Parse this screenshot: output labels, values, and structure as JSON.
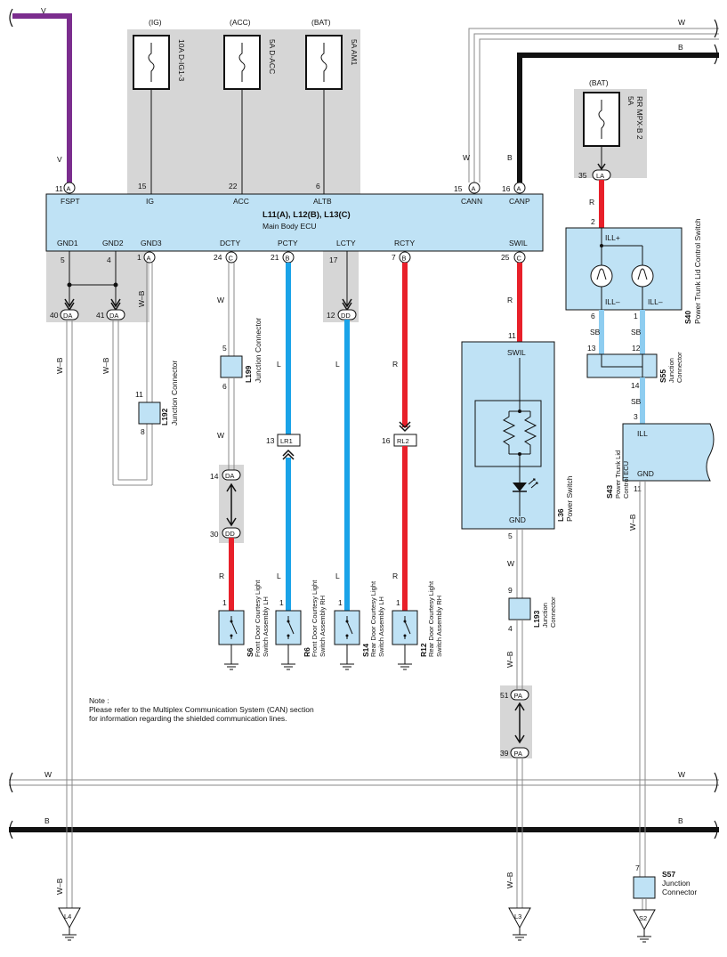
{
  "ecu": {
    "title": "L11(A), L12(B), L13(C)",
    "subtitle": "Main Body ECU",
    "top_pins": [
      {
        "label": "FSPT",
        "num": "11",
        "conn": "A"
      },
      {
        "label": "IG",
        "num": "15",
        "conn": ""
      },
      {
        "label": "ACC",
        "num": "22",
        "conn": ""
      },
      {
        "label": "ALTB",
        "num": "6",
        "conn": ""
      },
      {
        "label": "CANN",
        "num": "15",
        "conn": "A"
      },
      {
        "label": "CANP",
        "num": "16",
        "conn": "A"
      }
    ],
    "bottom_pins": [
      {
        "label": "GND1",
        "num": "5",
        "conn": ""
      },
      {
        "label": "GND2",
        "num": "4",
        "conn": ""
      },
      {
        "label": "GND3",
        "num": "1",
        "conn": "A"
      },
      {
        "label": "DCTY",
        "num": "24",
        "conn": "C"
      },
      {
        "label": "PCTY",
        "num": "21",
        "conn": "B"
      },
      {
        "label": "LCTY",
        "num": "17",
        "conn": ""
      },
      {
        "label": "RCTY",
        "num": "7",
        "conn": "B"
      },
      {
        "label": "SWIL",
        "num": "25",
        "conn": "C"
      }
    ]
  },
  "fuses": [
    {
      "source": "(IG)",
      "name": "10A D-IG1-3"
    },
    {
      "source": "(ACC)",
      "name": "5A D-ACC"
    },
    {
      "source": "(BAT)",
      "name": "5A AM1"
    }
  ],
  "rr_fuse": {
    "source": "(BAT)",
    "name": "5A",
    "name2": "RR MPX-B 2",
    "pin": "35",
    "conn": "LA"
  },
  "wire_colors": {
    "V": "V",
    "W": "W",
    "B": "B",
    "WB": "W–B",
    "L": "L",
    "R": "R",
    "SB": "SB"
  },
  "connectors": {
    "da40": {
      "pin": "40",
      "conn": "DA"
    },
    "da41": {
      "pin": "41",
      "conn": "DA"
    },
    "dd12": {
      "pin": "12",
      "conn": "DD"
    },
    "da14": {
      "pin": "14",
      "conn": "DA"
    },
    "dd30": {
      "pin": "30",
      "conn": "DD"
    },
    "lr1": {
      "pin": "13",
      "conn": "LR1"
    },
    "rl2": {
      "pin": "16",
      "conn": "RL2"
    },
    "pa51": {
      "pin": "51",
      "conn": "PA"
    },
    "pa39": {
      "pin": "39",
      "conn": "PA"
    }
  },
  "l192": {
    "id": "L192",
    "name": "Junction Connector",
    "pin_top": "11",
    "pin_bot": "8"
  },
  "l199": {
    "id": "L199",
    "name": "Junction Connector",
    "pin_top": "5",
    "pin_bot": "6"
  },
  "l193": {
    "id": "L193",
    "name": "Junction",
    "name2": "Connector",
    "pin_top": "9",
    "pin_bot": "4"
  },
  "l36": {
    "id": "L36",
    "name": "Power Switch",
    "swil": "SWIL",
    "gnd": "GND",
    "pin_top": "11",
    "pin_bot": "5"
  },
  "s40": {
    "id": "S40",
    "name": "Power Trunk Lid Control Switch",
    "ill_plus": "ILL+",
    "ill_minus1": "ILL–",
    "ill_minus2": "ILL–",
    "pin_top": "2",
    "pin_l": "6",
    "pin_r": "1"
  },
  "s55": {
    "id": "S55",
    "name": "Junction",
    "name2": "Connector",
    "pin_l": "13",
    "pin_r": "12",
    "pin_b": "14"
  },
  "s43": {
    "id": "S43",
    "name": "Power Trunk Lid",
    "name2": "Control ECU",
    "ill": "ILL",
    "gnd": "GND",
    "pin_top": "3",
    "pin_bot": "11"
  },
  "s57": {
    "id": "S57",
    "name": "Junction",
    "name2": "Connector",
    "pin": "7"
  },
  "switches": [
    {
      "id": "S6",
      "name": "Front Door Courtesy Light",
      "name2": "Switch Assembly LH",
      "pin": "1"
    },
    {
      "id": "R6",
      "name": "Front Door Courtesy Light",
      "name2": "Switch Assembly RH",
      "pin": "1"
    },
    {
      "id": "S14",
      "name": "Rear Door Courtesy Light",
      "name2": "Switch Assembly LH",
      "pin": "1"
    },
    {
      "id": "R12",
      "name": "Rear Door Courtesy Light",
      "name2": "Switch Assembly RH",
      "pin": "1"
    }
  ],
  "grounds": {
    "l4": "L4",
    "l3": "L3",
    "s2": "S2"
  },
  "note": {
    "line1": "Note :",
    "line2": "Please refer to the Multiplex Communication System (CAN) section",
    "line3": "for information regarding the shielded communication lines."
  },
  "colors": {
    "purple": "#7b2d8e",
    "blue": "#1aa3e8",
    "red": "#e8202a",
    "lightblue": "#8ecdf0",
    "ecu_fill": "#bfe2f5",
    "gray": "#d6d6d6",
    "black": "#111111"
  }
}
